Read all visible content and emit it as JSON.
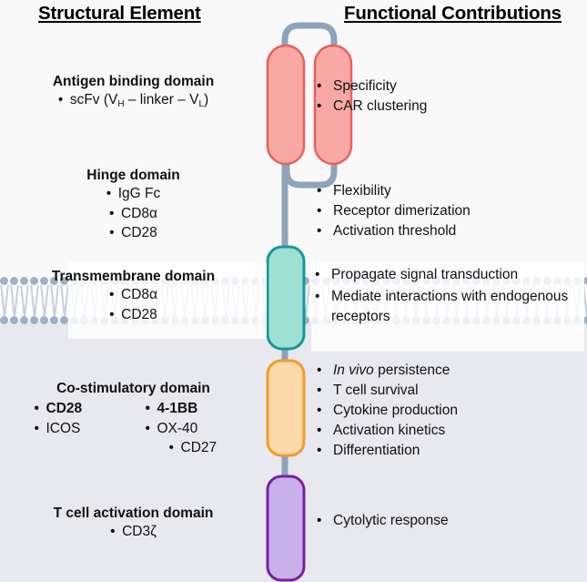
{
  "headers": {
    "left": "Structural Element",
    "right": "Functional Contributions"
  },
  "colors": {
    "scfv_fill": "#f8a9a5",
    "scfv_stroke": "#e8605c",
    "linker": "#8fa3bb",
    "transmembrane_fill": "#9ee0d6",
    "transmembrane_stroke": "#149a93",
    "costim_fill": "#fcd9a8",
    "costim_stroke": "#f29c2b",
    "activation_fill": "#c8b0e8",
    "activation_stroke": "#7b1fa2",
    "membrane_head": "#8fa3bb",
    "extracellular_bg": "#f9f9fa",
    "cytosol_bg": "#e8e8ef"
  },
  "structural": [
    {
      "id": "antigen-binding",
      "title": "Antigen binding domain",
      "items": [
        {
          "text": "scFv (V",
          "sub1": "H",
          "mid": " – linker – V",
          "sub2": "L",
          "tail": ")",
          "bold": false
        }
      ]
    },
    {
      "id": "hinge",
      "title": "Hinge domain",
      "items": [
        {
          "text": "IgG Fc",
          "bold": false
        },
        {
          "text": "CD8α",
          "bold": false
        },
        {
          "text": "CD28",
          "bold": false
        }
      ]
    },
    {
      "id": "transmembrane",
      "title": "Transmembrane domain",
      "items": [
        {
          "text": "CD8α",
          "bold": false
        },
        {
          "text": "CD28",
          "bold": false
        }
      ]
    },
    {
      "id": "co-stimulatory",
      "title": "Co-stimulatory domain",
      "column_a": [
        {
          "text": "CD28",
          "bold": true
        },
        {
          "text": "ICOS",
          "bold": false
        }
      ],
      "column_b": [
        {
          "text": "4-1BB",
          "bold": true
        },
        {
          "text": "OX-40",
          "bold": false
        },
        {
          "text": "CD27",
          "bold": false
        }
      ]
    },
    {
      "id": "t-cell-activation",
      "title": "T cell activation domain",
      "items": [
        {
          "text": "CD3ζ",
          "bold": false
        }
      ]
    }
  ],
  "functional": {
    "antigen_binding": [
      "Specificity",
      "CAR clustering"
    ],
    "hinge": [
      "Flexibility",
      "Receptor dimerization",
      "Activation threshold"
    ],
    "transmembrane": [
      "Propagate signal transduction",
      "Mediate interactions with endogenous receptors"
    ],
    "costimulatory": [
      {
        "italic_lead": "In vivo",
        "rest": " persistence"
      },
      {
        "italic_lead": "",
        "rest": "T cell survival"
      },
      {
        "italic_lead": "",
        "rest": "Cytokine production"
      },
      {
        "italic_lead": "",
        "rest": "Activation kinetics"
      },
      {
        "italic_lead": "",
        "rest": "Differentiation"
      }
    ],
    "activation": [
      "Cytolytic response"
    ]
  },
  "bullet": "•"
}
